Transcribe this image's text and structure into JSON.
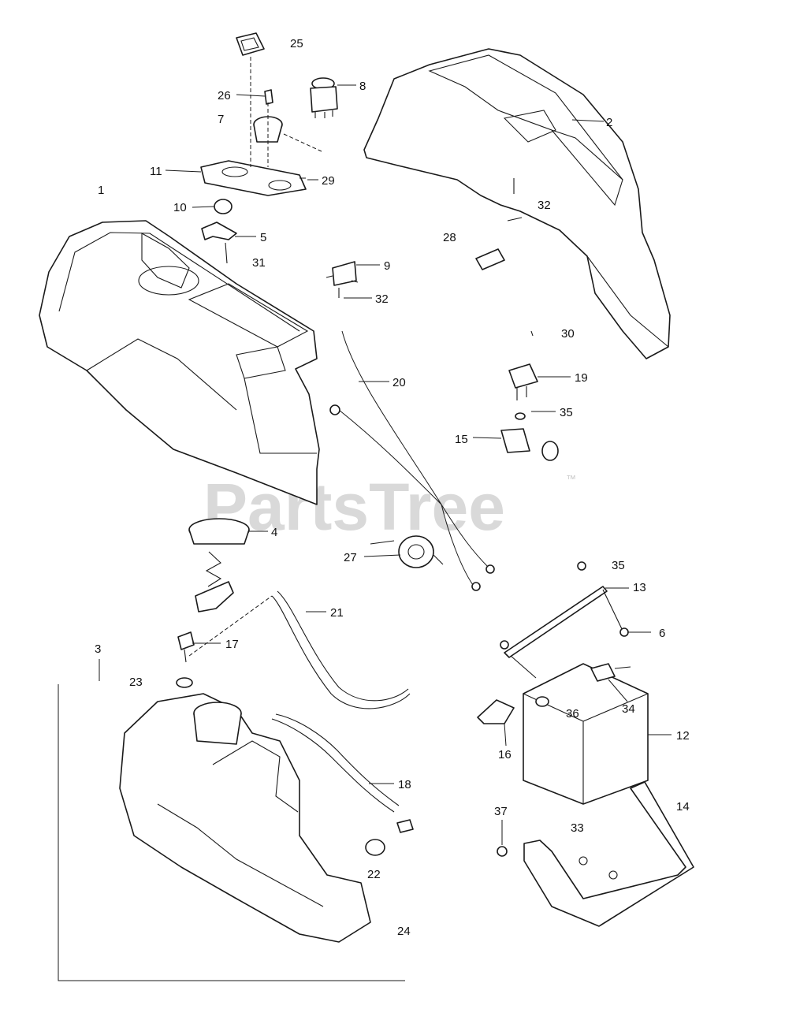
{
  "watermark": {
    "text": "PartsTree",
    "trademark": "™"
  },
  "callouts": {
    "c1": "1",
    "c2": "2",
    "c3": "3",
    "c4": "4",
    "c5": "5",
    "c6": "6",
    "c7": "7",
    "c8": "8",
    "c9": "9",
    "c10": "10",
    "c11": "11",
    "c12": "12",
    "c13": "13",
    "c14": "14",
    "c15": "15",
    "c16": "16",
    "c17": "17",
    "c18": "18",
    "c19": "19",
    "c20": "20",
    "c21": "21",
    "c22": "22",
    "c23": "23",
    "c24": "24",
    "c25": "25",
    "c26": "26",
    "c27": "27",
    "c28": "28",
    "c29": "29",
    "c30": "30",
    "c31": "31",
    "c32a": "32",
    "c32b": "32",
    "c33": "33",
    "c34": "34",
    "c35a": "35",
    "c35b": "35",
    "c36": "36",
    "c37": "37"
  }
}
